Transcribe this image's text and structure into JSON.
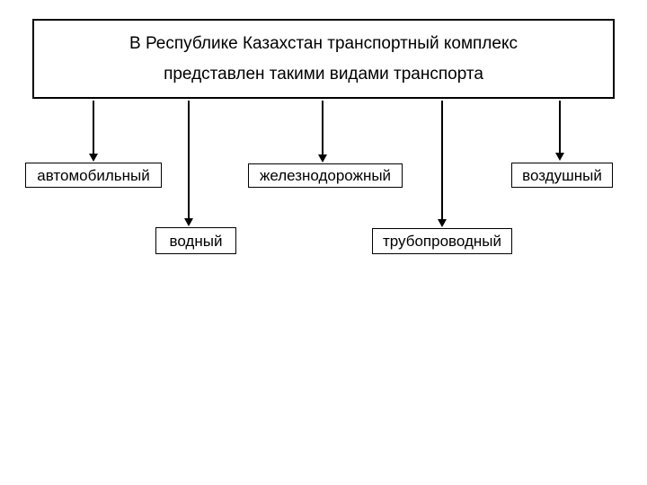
{
  "diagram": {
    "type": "flowchart",
    "colors": {
      "background": "#ffffff",
      "line": "#000000",
      "text": "#000000"
    },
    "root": {
      "line1": "В Республике Казахстан транспортный комплекс",
      "line2": "представлен такими видами транспорта"
    },
    "nodes": [
      {
        "key": "automobile",
        "label": "автомобильный"
      },
      {
        "key": "water",
        "label": "водный"
      },
      {
        "key": "railway",
        "label": "железнодорожный"
      },
      {
        "key": "pipeline",
        "label": "трубопроводный"
      },
      {
        "key": "air",
        "label": "воздушный"
      }
    ]
  }
}
